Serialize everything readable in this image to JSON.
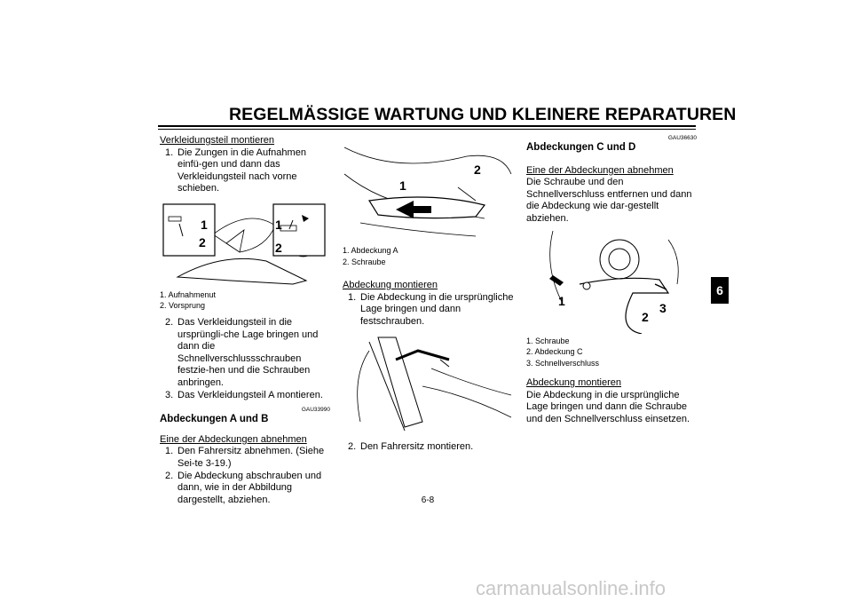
{
  "header": {
    "title": "REGELMÄSSIGE WARTUNG UND KLEINERE REPARATUREN"
  },
  "col1": {
    "sub1": "Verkleidungsteil montieren",
    "step1_n": "1.",
    "step1": "Die Zungen in die Aufnahmen einfü-gen und dann das Verkleidungsteil nach vorne schieben.",
    "fig_labels": [
      "1",
      "2",
      "1",
      "2"
    ],
    "legend": [
      "1.  Aufnahmenut",
      "2.  Vorsprung"
    ],
    "step2_n": "2.",
    "step2": "Das Verkleidungsteil in die ursprüngli-che Lage bringen und dann die Schnellverschlussschrauben festzie-hen und die Schrauben anbringen.",
    "step3_n": "3.",
    "step3": "Das Verkleidungsteil A montieren.",
    "code": "GAU33990",
    "heading": "Abdeckungen A und B",
    "sub2": "Eine der Abdeckungen abnehmen",
    "step4_n": "1.",
    "step4": "Den Fahrersitz abnehmen. (Siehe Sei-te 3-19.)",
    "step5_n": "2.",
    "step5": "Die Abdeckung abschrauben und dann, wie in der Abbildung dargestellt, abziehen."
  },
  "col2": {
    "fig_labels": [
      "1",
      "2"
    ],
    "legend": [
      "1.  Abdeckung A",
      "2.  Schraube"
    ],
    "sub": "Abdeckung montieren",
    "step1_n": "1.",
    "step1": "Die Abdeckung in die ursprüngliche Lage bringen und dann festschrauben.",
    "step2_n": "2.",
    "step2": "Den Fahrersitz montieren."
  },
  "col3": {
    "code": "GAU36630",
    "heading": "Abdeckungen C und D",
    "sub1": "Eine der Abdeckungen abnehmen",
    "text1": "Die Schraube und den Schnellverschluss entfernen und dann die Abdeckung wie dar-gestellt abziehen.",
    "fig_labels": [
      "1",
      "2",
      "3"
    ],
    "legend": [
      "1.  Schraube",
      "2.  Abdeckung C",
      "3.  Schnellverschluss"
    ],
    "sub2": "Abdeckung montieren",
    "text2": "Die Abdeckung in die ursprüngliche Lage bringen und dann die Schraube und den Schnellverschluss einsetzen."
  },
  "chapter_tab": "6",
  "page_number": "6-8",
  "watermark": "carmanualsonline.info"
}
